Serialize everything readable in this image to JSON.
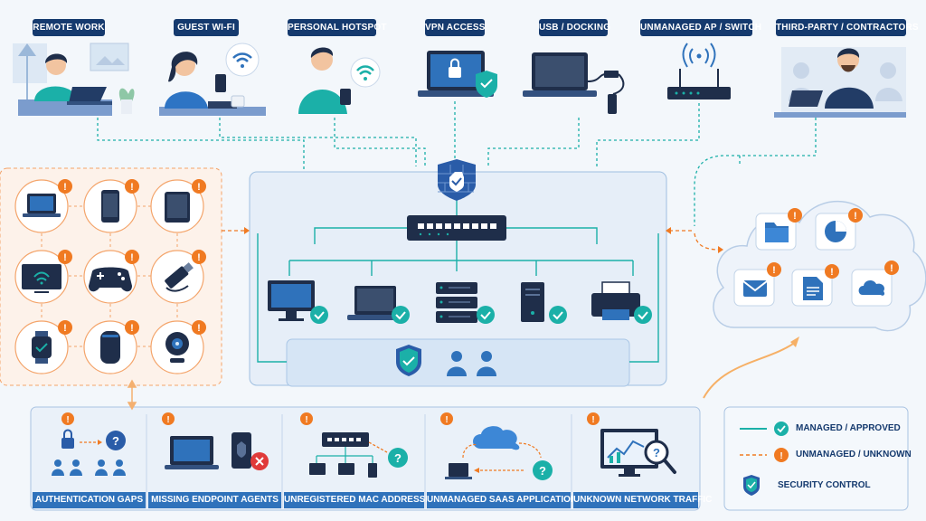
{
  "top_sources": [
    {
      "label": "REMOTE WORK"
    },
    {
      "label": "GUEST WI-FI"
    },
    {
      "label": "PERSONAL HOTSPOT"
    },
    {
      "label": "VPN ACCESS"
    },
    {
      "label": "USB / DOCKING"
    },
    {
      "label": "UNMANAGED AP / SWITCH"
    },
    {
      "label": "THIRD-PARTY / CONTRACTORS"
    }
  ],
  "unmanaged_devices": [
    "laptop-icon",
    "phone-icon",
    "tablet-icon",
    "smart-tv-icon",
    "game-controller-icon",
    "usb-drive-icon",
    "smartwatch-icon",
    "smart-speaker-icon",
    "webcam-icon"
  ],
  "managed_devices": [
    "desktop-icon",
    "laptop-icon",
    "server-icon",
    "tower-pc-icon",
    "printer-icon"
  ],
  "cloud_apps": [
    "folder-icon",
    "chart-icon",
    "mail-icon",
    "document-icon",
    "cloud-icon"
  ],
  "bottom_gaps": [
    {
      "label": "AUTHENTICATION GAPS"
    },
    {
      "label": "MISSING ENDPOINT AGENTS"
    },
    {
      "label": "UNREGISTERED MAC ADDRESSES"
    },
    {
      "label": "UNMANAGED SAAS APPLICATIONS"
    },
    {
      "label": "UNKNOWN NETWORK TRAFFIC"
    }
  ],
  "legend": {
    "managed": "MANAGED / APPROVED",
    "unmanaged": "UNMANAGED / UNKNOWN",
    "security": "SECURITY CONTROL"
  },
  "colors": {
    "navy": "#153a6e",
    "blue": "#2f72bb",
    "teal": "#1bb0a8",
    "orange": "#f07a22",
    "panel": "#e6eef8"
  }
}
